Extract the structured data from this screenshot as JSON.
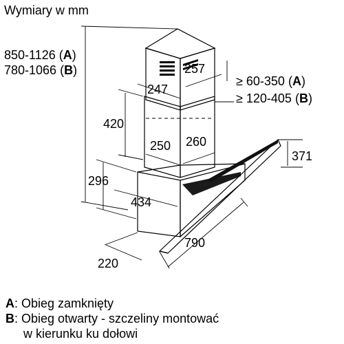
{
  "title": "Wymiary w mm",
  "dimensions": {
    "total_height_a": "850-1126",
    "total_height_b": "780-1066",
    "gap_a": "≥ 60-350",
    "gap_b": "≥ 120-405",
    "chimney_upper_depth": "257",
    "chimney_upper_width": "247",
    "chimney_lower_height": "420",
    "chimney_lower_width": "250",
    "chimney_lower_depth": "260",
    "glass_height": "371",
    "body_height": "296",
    "body_width": "434",
    "glass_width": "790",
    "bottom_depth": "220"
  },
  "labels": {
    "a": "A",
    "b": "B"
  },
  "legend": [
    {
      "key": "A",
      "text": ": Obieg zamknięty"
    },
    {
      "key": "B",
      "text": ": Obieg otwarty - szczeliny montować"
    },
    {
      "key": "",
      "text": "w kierunku ku dołowi"
    }
  ]
}
